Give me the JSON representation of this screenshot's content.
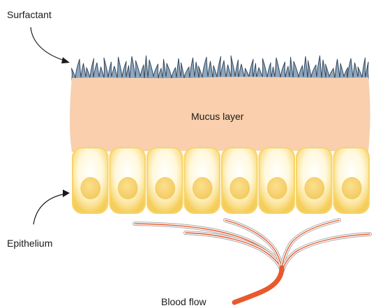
{
  "labels": {
    "surfactant": "Surfactant",
    "mucus": "Mucus layer",
    "epithelium": "Epithelium",
    "blood": "Blood flow"
  },
  "cells": {
    "count": 8
  },
  "colors": {
    "surfactant_fill": "#8ea7c0",
    "surfactant_stroke": "#34485c",
    "mucus": "#f9cfad",
    "cell_outer": "#f7d46a",
    "cell_inner": "#fffbe6",
    "nucleus": "#f7d070",
    "vessel_outer": "#a9a9a9",
    "vessel_inner": "#e8592c",
    "arrow": "#1a1a1a"
  }
}
